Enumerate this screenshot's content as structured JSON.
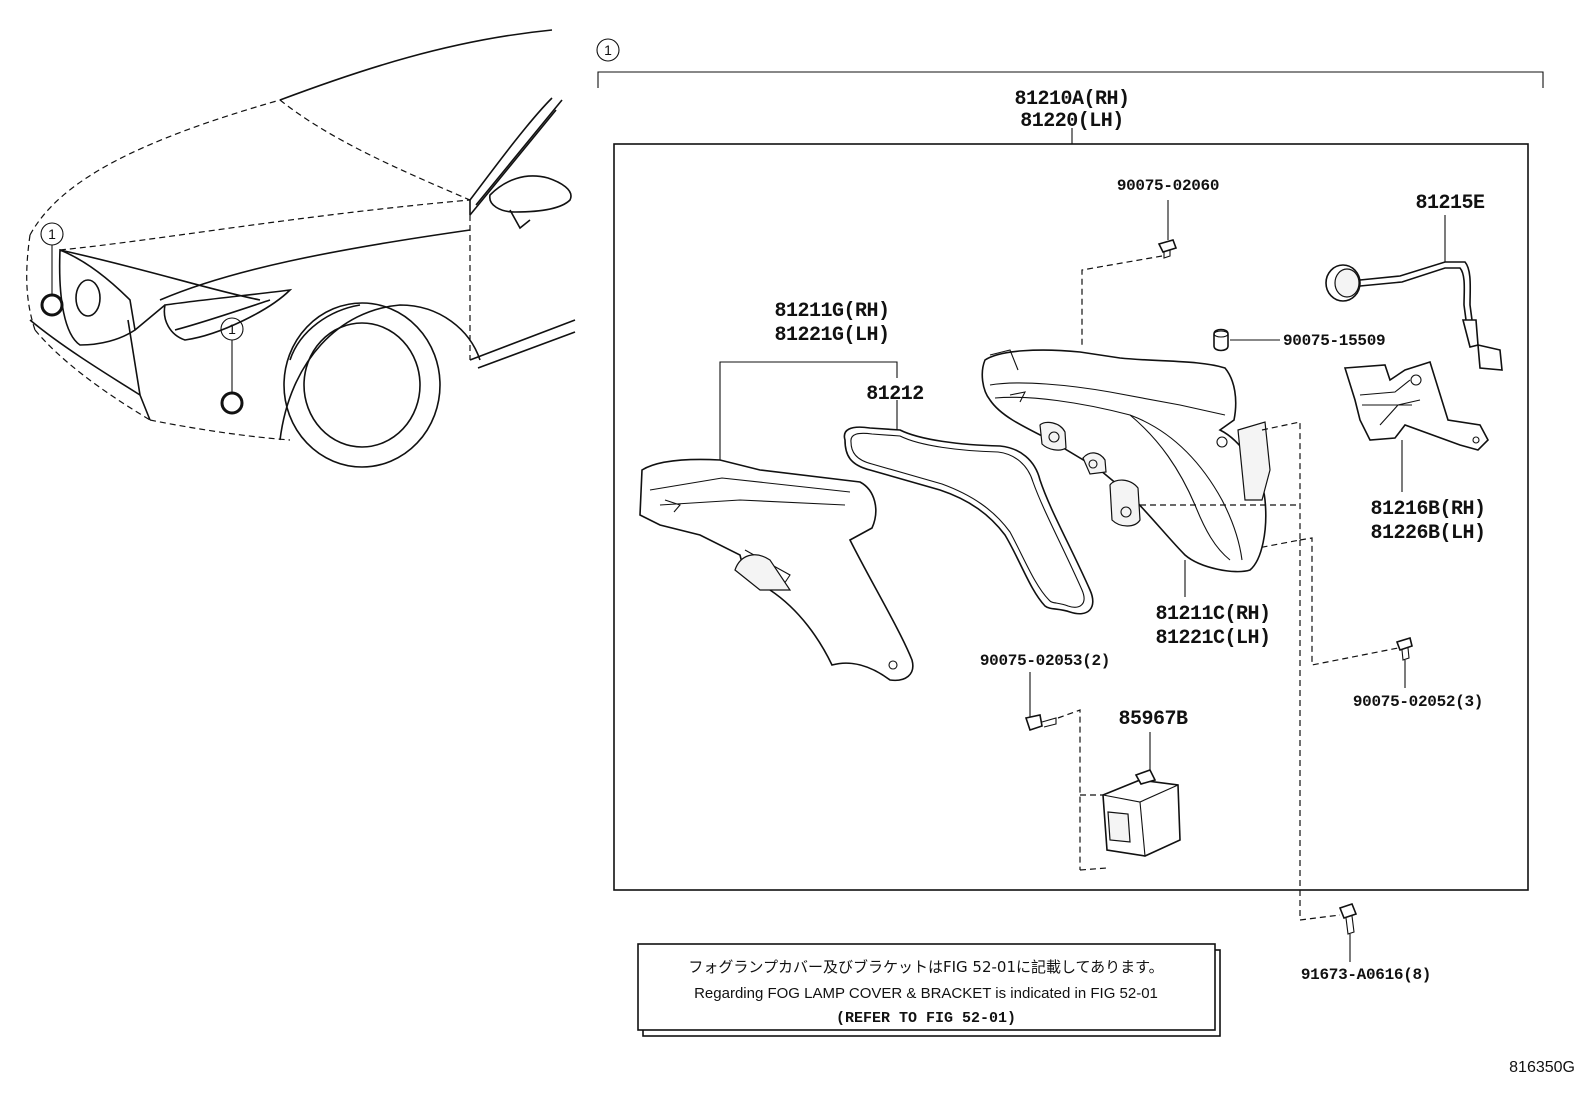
{
  "callout_circle_label": "1",
  "parts": {
    "assembly": {
      "number": "81210A(RH)",
      "number2": "81220(LH)"
    },
    "lens_cover": {
      "number": "81211G(RH)",
      "number2": "81221G(LH)"
    },
    "gasket": {
      "number": "81212"
    },
    "screw_top": {
      "number": "90075-02060"
    },
    "socket_bulb": {
      "number": "81215E"
    },
    "grommet": {
      "number": "90075-15509"
    },
    "bracket": {
      "number": "81216B(RH)",
      "number2": "81226B(LH)"
    },
    "housing": {
      "number": "81211C(RH)",
      "number2": "81221C(LH)"
    },
    "screw_left": {
      "number": "90075-02053(2)"
    },
    "screw_right": {
      "number": "90075-02052(3)"
    },
    "ecu": {
      "number": "85967B"
    },
    "bolt": {
      "number": "91673-A0616(8)"
    }
  },
  "note": {
    "japanese": "フォグランプカバー及びブラケットはFIG 52-01に記載してあります。",
    "english": "Regarding FOG LAMP COVER & BRACKET is indicated in FIG 52-01",
    "reference": "(REFER TO FIG 52-01)"
  },
  "figure_id": "816350G"
}
